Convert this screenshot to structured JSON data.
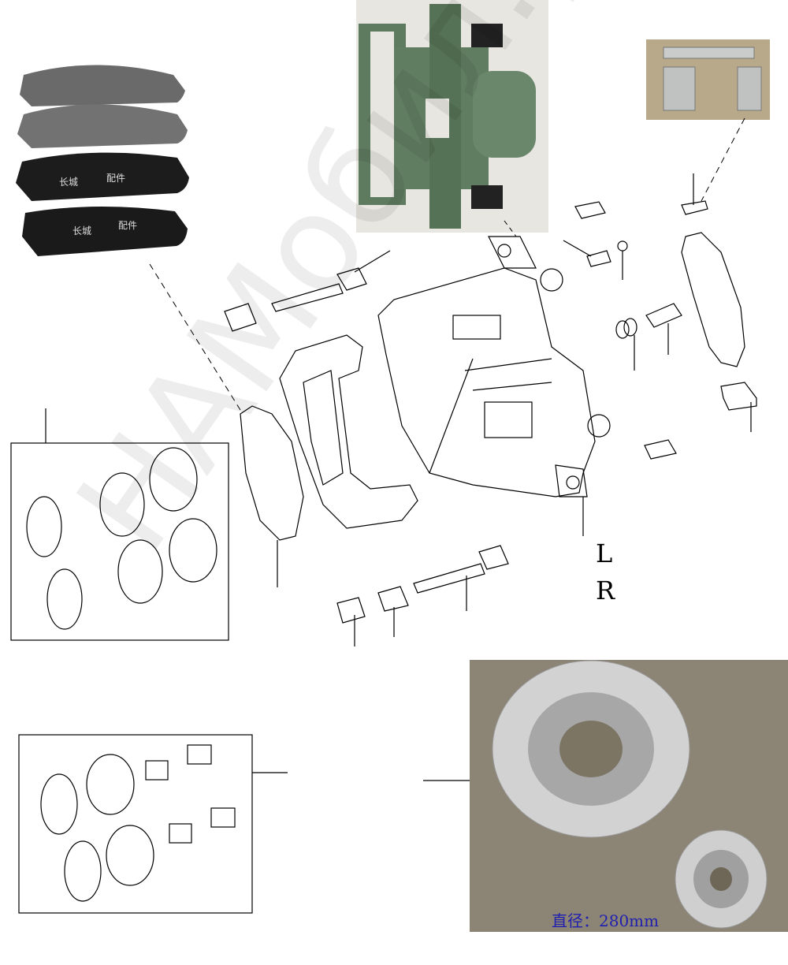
{
  "labels": {
    "left": "L",
    "right": "R"
  },
  "pad_photo": {
    "brand_text": "长城",
    "parts_text": "配件"
  },
  "disc_photo": {
    "caption": "直径：280mm"
  },
  "watermark": "НАМобил.рф",
  "colors": {
    "line": "#000000",
    "caliper_green": "#5f7c60",
    "pad_gray": "#6e6e6e",
    "pad_black": "#1a1a1a",
    "disc_silver": "#c9c9c9",
    "photo_bg": "#8a8272",
    "caption_blue": "#2020b0"
  }
}
